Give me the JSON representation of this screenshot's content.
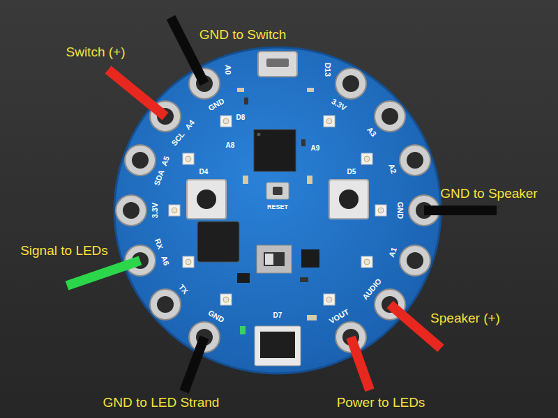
{
  "diagram": {
    "labels": [
      "GND to Switch",
      "Switch (+)",
      "A0",
      "D13",
      "GND",
      "D8",
      "3.3V",
      "SCL",
      "A4",
      "A8",
      "A3",
      "A9",
      "SDA",
      "A5",
      "A2",
      "D4",
      "D5",
      "GND to Speaker",
      "GND",
      "RESET",
      "3.3V",
      "A1",
      "RX",
      "A6",
      "Signal to LEDs",
      "TX",
      "AUDIO",
      "D7",
      "Speaker (+)",
      "GND",
      "VOUT",
      "GND to LED Strand",
      "Power to LEDs"
    ]
  }
}
